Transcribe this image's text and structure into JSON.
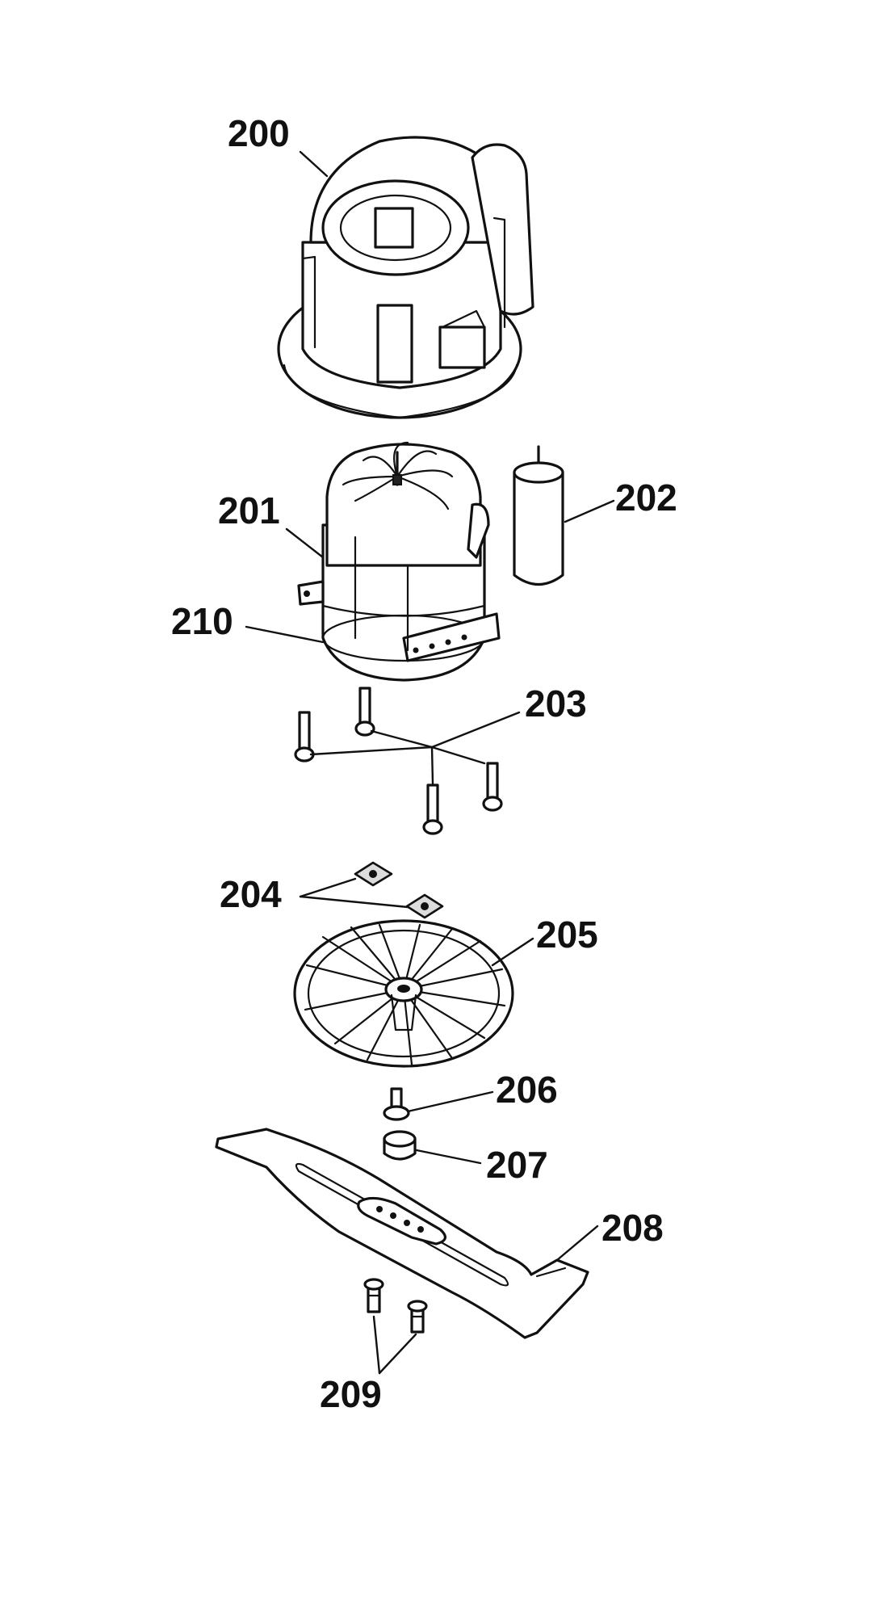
{
  "diagram": {
    "parts": {
      "p200": "200",
      "p201": "201",
      "p202": "202",
      "p203": "203",
      "p204": "204",
      "p205": "205",
      "p206": "206",
      "p207": "207",
      "p208": "208",
      "p209": "209",
      "p210": "210"
    }
  }
}
